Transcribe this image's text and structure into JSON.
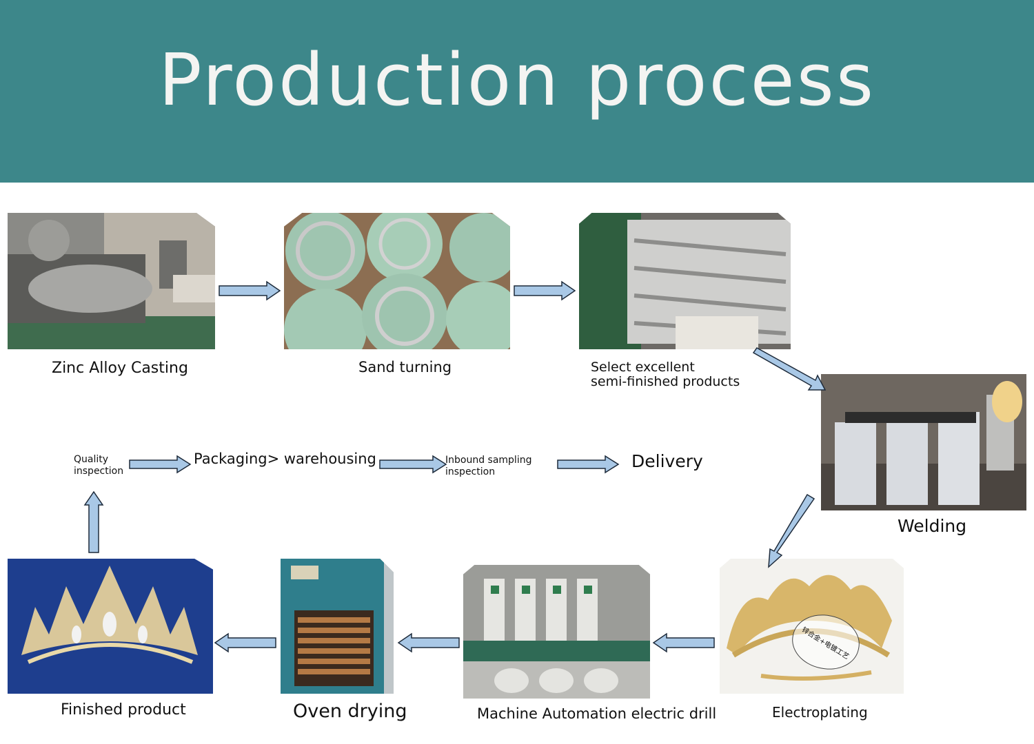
{
  "header": {
    "title": "Production process"
  },
  "steps": {
    "casting": {
      "label": "Zinc Alloy Casting"
    },
    "sand": {
      "label": "Sand turning"
    },
    "select": {
      "line1": "Select excellent",
      "line2": "semi-finished products"
    },
    "welding": {
      "label": "Welding"
    },
    "electroplating": {
      "label": "Electroplating",
      "card_text": "锌合金+电镀工艺"
    },
    "drill": {
      "label": "Machine Automation electric drill"
    },
    "oven": {
      "label": "Oven drying"
    },
    "finished": {
      "label": "Finished product"
    }
  },
  "flow": {
    "quality": {
      "line1": "Quality",
      "line2": "inspection"
    },
    "packaging": {
      "label": "Packaging> warehousing"
    },
    "sampling": {
      "line1": "Inbound sampling",
      "line2": "inspection"
    },
    "delivery": {
      "label": "Delivery"
    }
  },
  "colors": {
    "banner": "#3d878a",
    "arrow_fill": "#a9c8e6",
    "arrow_stroke": "#1d2a3a"
  }
}
